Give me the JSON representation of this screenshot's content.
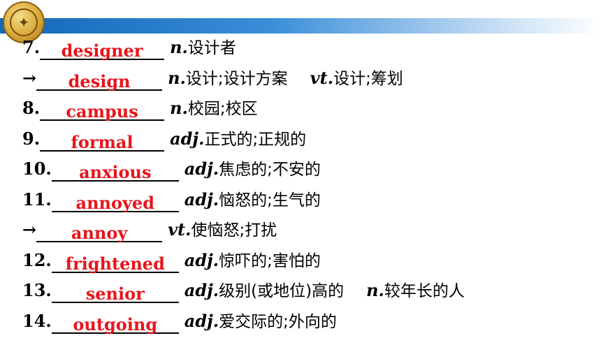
{
  "logo": {
    "icon": "school-seal-icon"
  },
  "rows": [
    {
      "num": "7.",
      "answer": "designer",
      "pos": "n.",
      "def": "设计者"
    },
    {
      "num": "→",
      "answer": "design",
      "pos": "n.",
      "def": "设计;设计方案",
      "pos2": "vt.",
      "def2": "设计;筹划"
    },
    {
      "num": "8.",
      "answer": "campus",
      "pos": "n.",
      "def": "校园;校区"
    },
    {
      "num": "9.",
      "answer": "formal",
      "pos": "adj.",
      "def": "正式的;正规的"
    },
    {
      "num": "10.",
      "answer": "anxious",
      "pos": "adj.",
      "def": "焦虑的;不安的"
    },
    {
      "num": "11.",
      "answer": "annoyed",
      "pos": "adj.",
      "def": "恼怒的;生气的"
    },
    {
      "num": "→",
      "answer": "annoy",
      "pos": "vt.",
      "def": "使恼怒;打扰"
    },
    {
      "num": "12.",
      "answer": "frightened",
      "pos": "adj.",
      "def": "惊吓的;害怕的"
    },
    {
      "num": "13.",
      "answer": "senior",
      "pos": "adj.",
      "def": "级别(或地位)高的",
      "pos2": "n.",
      "def2": "较年长的人"
    },
    {
      "num": "14.",
      "answer": "outgoing",
      "pos": "adj.",
      "def": "爱交际的;外向的"
    }
  ]
}
